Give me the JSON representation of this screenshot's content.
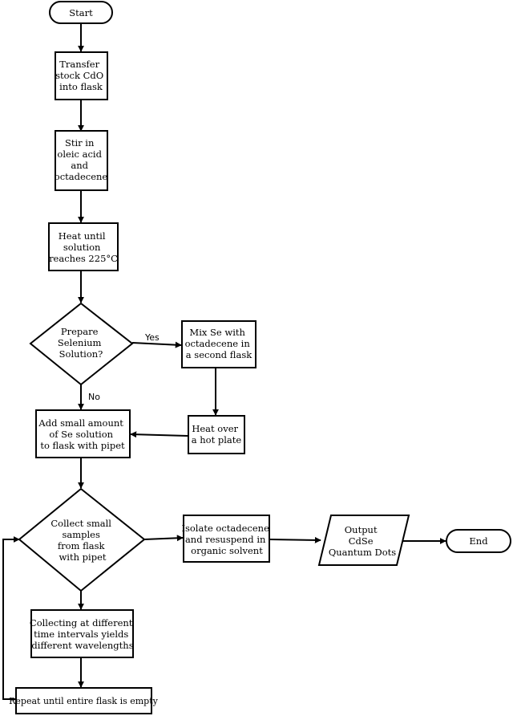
{
  "nodes": {
    "start": {
      "shape": "terminator",
      "lines": [
        "Start"
      ]
    },
    "transfer": {
      "shape": "process",
      "lines": [
        "Transfer",
        "stock CdO",
        "into flask"
      ]
    },
    "stir": {
      "shape": "process",
      "lines": [
        "Stir in",
        "oleic acid",
        "and",
        "octadecene"
      ]
    },
    "heat": {
      "shape": "process",
      "lines": [
        "Heat until",
        "solution",
        "reaches 225°C"
      ]
    },
    "prepare": {
      "shape": "decision",
      "lines": [
        "Prepare",
        "Selenium",
        "Solution?"
      ]
    },
    "mix": {
      "shape": "process",
      "lines": [
        "Mix Se with",
        "octadecene in",
        "a second flask"
      ]
    },
    "heat_plate": {
      "shape": "process",
      "lines": [
        "Heat over",
        "a hot plate"
      ]
    },
    "add": {
      "shape": "process",
      "lines": [
        "Add small amount",
        "of Se solution",
        "to flask with pipet"
      ]
    },
    "collect": {
      "shape": "decision",
      "lines": [
        "Collect small",
        "samples",
        "from flask",
        "with pipet"
      ]
    },
    "isolate": {
      "shape": "process",
      "lines": [
        "Isolate octadecene",
        "and resuspend in",
        "organic solvent"
      ]
    },
    "output": {
      "shape": "data",
      "lines": [
        "Output",
        "CdSe",
        "Quantum Dots"
      ]
    },
    "end": {
      "shape": "terminator",
      "lines": [
        "End"
      ]
    },
    "intervals": {
      "shape": "process",
      "lines": [
        "Collecting at different",
        "time intervals yields",
        "different wavelengths"
      ]
    },
    "repeat": {
      "shape": "process",
      "lines": [
        "Repeat until entire flask is empty"
      ]
    }
  },
  "edge_labels": {
    "yes": "Yes",
    "no": "No"
  }
}
